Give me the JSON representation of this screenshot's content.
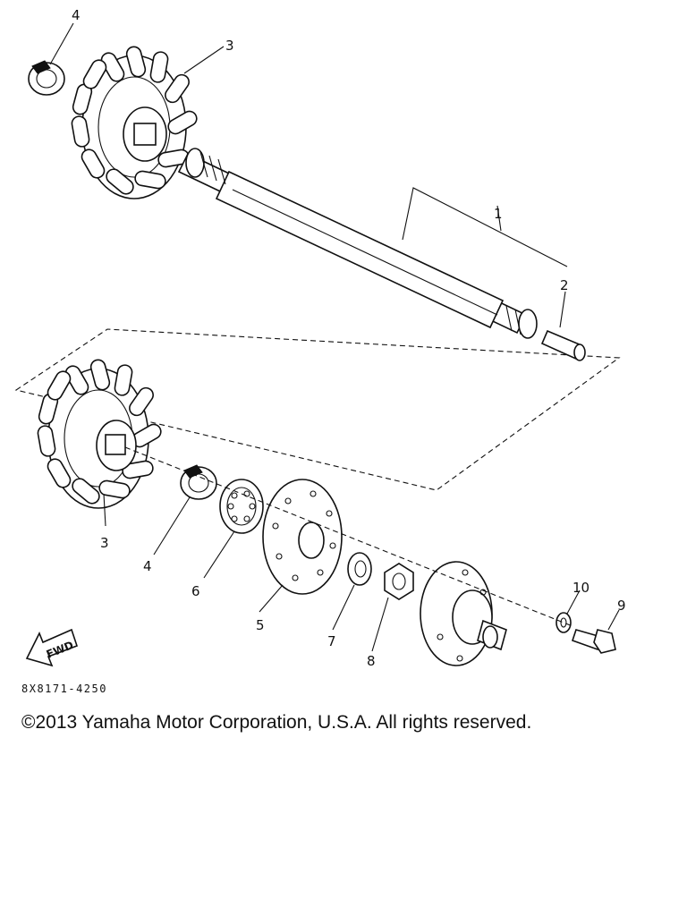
{
  "diagram": {
    "callouts": {
      "c1": "1",
      "c2": "2",
      "c3_top": "3",
      "c3_bottom": "3",
      "c4_top": "4",
      "c4_bottom": "4",
      "c5": "5",
      "c6": "6",
      "c7": "7",
      "c8": "8",
      "c9": "9",
      "c10": "10"
    },
    "fwd_label": "FWD",
    "drawing_code": "8X8171-4250"
  },
  "footer": {
    "copyright": "©2013 Yamaha Motor Corporation, U.S.A. All rights reserved."
  }
}
